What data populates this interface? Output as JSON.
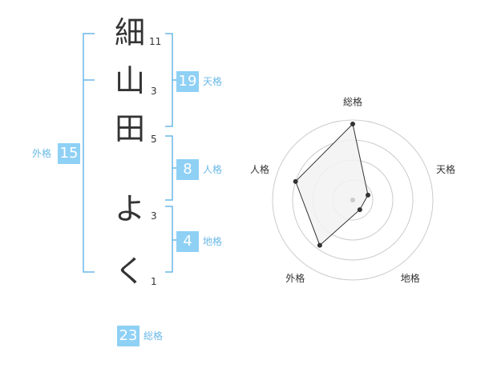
{
  "name": {
    "characters": [
      {
        "char": "細",
        "strokes": "11"
      },
      {
        "char": "山",
        "strokes": "3"
      },
      {
        "char": "田",
        "strokes": "5"
      },
      {
        "char": "よ",
        "strokes": "3"
      },
      {
        "char": "く",
        "strokes": "1"
      }
    ]
  },
  "fortune": {
    "tenkaku": {
      "label": "天格",
      "value": "19"
    },
    "jinkaku": {
      "label": "人格",
      "value": "8"
    },
    "chikaku": {
      "label": "地格",
      "value": "4"
    },
    "gaikaku": {
      "label": "外格",
      "value": "15"
    },
    "soukaku": {
      "label": "総格",
      "value": "23"
    }
  },
  "colors": {
    "accent": "#8fd0f5",
    "accent_text": "#6ab9e8",
    "text": "#333333",
    "radar_fill": "#f2f2f2",
    "radar_grid": "#cccccc"
  },
  "chart_data": {
    "type": "radar",
    "axes": [
      "総格",
      "天格",
      "地格",
      "外格",
      "人格"
    ],
    "values": [
      0.95,
      0.2,
      0.15,
      0.7,
      0.75
    ],
    "ylim": [
      0,
      1
    ],
    "rings": 4
  }
}
